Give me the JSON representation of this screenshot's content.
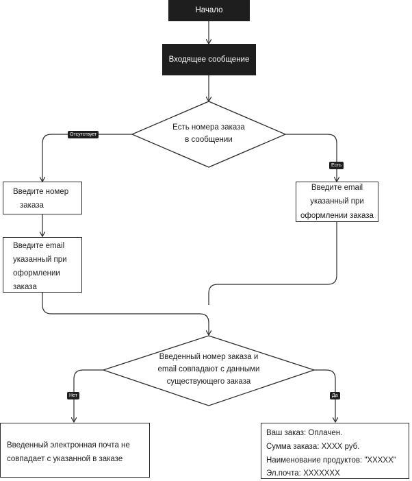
{
  "start": "Начало",
  "incoming": "Входящее сообщение",
  "decision1": [
    "Есть номера заказа",
    "в сообщении"
  ],
  "label_absent": "Отсутствует",
  "label_yes1": "Есть",
  "enter_order": [
    "Введите номер",
    "заказа"
  ],
  "enter_email_left": [
    "Введите email",
    "указанный при",
    "оформлении",
    "заказа"
  ],
  "enter_email_right": [
    "Введите email",
    "указанный при",
    "оформлении заказа"
  ],
  "decision2": [
    "Введенный номер заказа и",
    "email совпадают с данными",
    "существующего заказа"
  ],
  "label_no": "Нет",
  "label_yes2": "Да",
  "result_no": [
    "Введенный электронная почта не",
    "совпадает с указанной в заказе"
  ],
  "result_yes": [
    "Ваш заказ: Оплачен.",
    "Сумма заказа: ХХХХ руб.",
    "Наименование продуктов: \"ХХХХХ\"",
    "Эл.почта: ХХХХХХХ"
  ]
}
